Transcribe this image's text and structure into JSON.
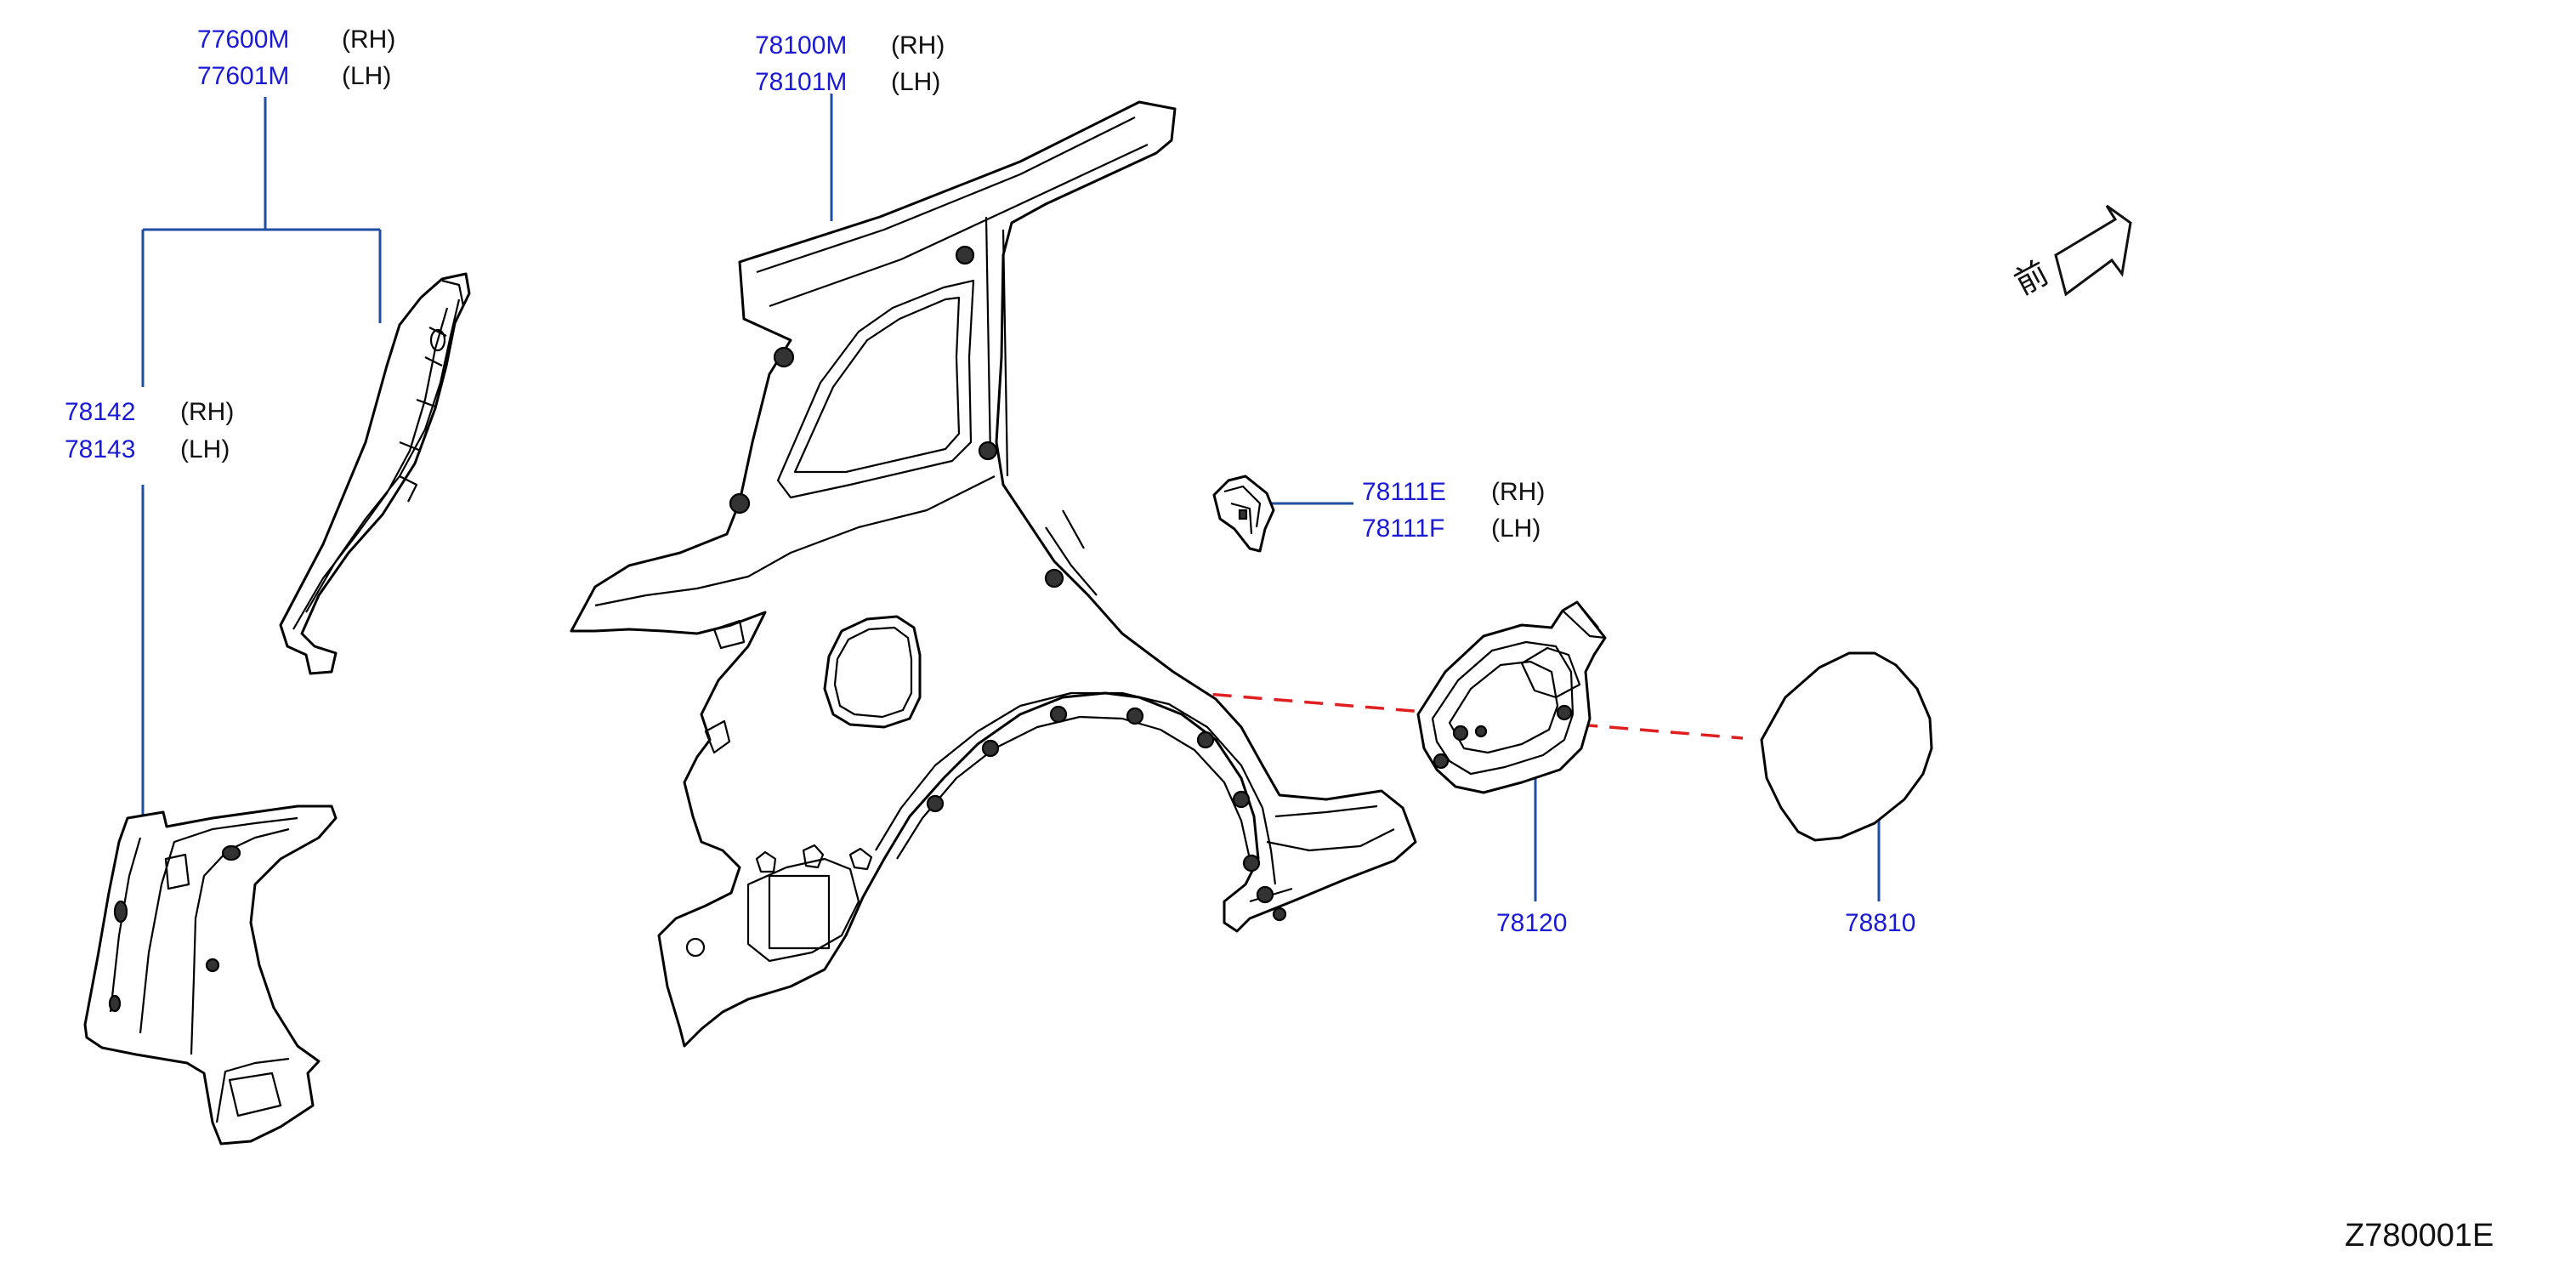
{
  "callouts": {
    "c77600": {
      "rh_part": "77600M",
      "rh_side": "(RH)",
      "lh_part": "77601M",
      "lh_side": "(LH)"
    },
    "c78100": {
      "rh_part": "78100M",
      "rh_side": "(RH)",
      "lh_part": "78101M",
      "lh_side": "(LH)"
    },
    "c78142": {
      "rh_part": "78142",
      "rh_side": "(RH)",
      "lh_part": "78143",
      "lh_side": "(LH)"
    },
    "c78111": {
      "rh_part": "78111E",
      "rh_side": "(RH)",
      "lh_part": "78111F",
      "lh_side": "(LH)"
    },
    "c78120": {
      "part": "78120"
    },
    "c78810": {
      "part": "78810"
    }
  },
  "front_arrow": {
    "label": "前"
  },
  "diagram_ref": "Z780001E",
  "colors": {
    "part_number": "#1a1ad6",
    "leader_line": "#1f4fa0",
    "alignment_dash": "#e02020",
    "outline": "#000000"
  }
}
